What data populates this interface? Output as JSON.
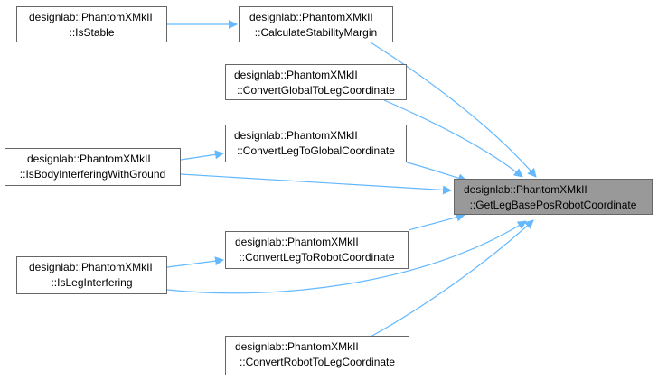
{
  "colors": {
    "edge": "#63b8ff",
    "node_border": "#666666",
    "focus_fill": "#999999"
  },
  "nodes": {
    "get_leg_base_pos": {
      "ns": "designlab::PhantomXMkII",
      "fn": "::GetLegBasePosRobotCoordinate"
    },
    "is_stable": {
      "ns": "designlab::PhantomXMkII",
      "fn": "::IsStable"
    },
    "calculate_stability_margin": {
      "ns": "designlab::PhantomXMkII",
      "fn": "::CalculateStabilityMargin"
    },
    "convert_global_to_leg": {
      "ns": "designlab::PhantomXMkII",
      "fn": "::ConvertGlobalToLegCoordinate"
    },
    "convert_leg_to_global": {
      "ns": "designlab::PhantomXMkII",
      "fn": "::ConvertLegToGlobalCoordinate"
    },
    "is_body_interfering": {
      "ns": "designlab::PhantomXMkII",
      "fn": "::IsBodyInterferingWithGround"
    },
    "convert_leg_to_robot": {
      "ns": "designlab::PhantomXMkII",
      "fn": "::ConvertLegToRobotCoordinate"
    },
    "is_leg_interfering": {
      "ns": "designlab::PhantomXMkII",
      "fn": "::IsLegInterfering"
    },
    "convert_robot_to_leg": {
      "ns": "designlab::PhantomXMkII",
      "fn": "::ConvertRobotToLegCoordinate"
    }
  }
}
